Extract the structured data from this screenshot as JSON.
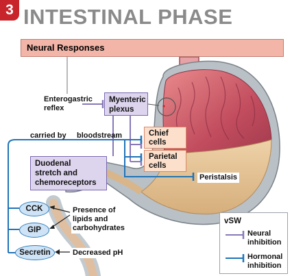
{
  "step_number": "3",
  "title": "INTESTINAL PHASE",
  "neural_responses_label": "Neural Responses",
  "enterogastric_reflex": [
    "Enterogastric",
    "reflex"
  ],
  "myenteric_plexus": [
    "Myenteric",
    "plexus"
  ],
  "carried_by": "carried by",
  "bloodstream": "bloodstream",
  "chief_cells": [
    "Chief",
    "cells"
  ],
  "parietal_cells": [
    "Parietal",
    "cells"
  ],
  "peristalsis": "Peristalsis",
  "duodenal_receptors": [
    "Duodenal",
    "stretch and",
    "chemoreceptors"
  ],
  "cck": "CCK",
  "gip": "GIP",
  "secretin": "Secretin",
  "presence_of": [
    "Presence of",
    "lipids and",
    "carbohydrates"
  ],
  "decreased_ph": "Decreased pH",
  "legend": {
    "title": "vSW",
    "neural": [
      "Neural",
      "inhibition"
    ],
    "hormonal": [
      "Hormonal",
      "inhibition"
    ]
  },
  "colors": {
    "neural_line": "#8878b8",
    "hormonal_line": "#1f73b7",
    "badge": "#c8242b",
    "stomach_mucosa": "#c95a66",
    "stomach_tan": "#e4c49a"
  }
}
